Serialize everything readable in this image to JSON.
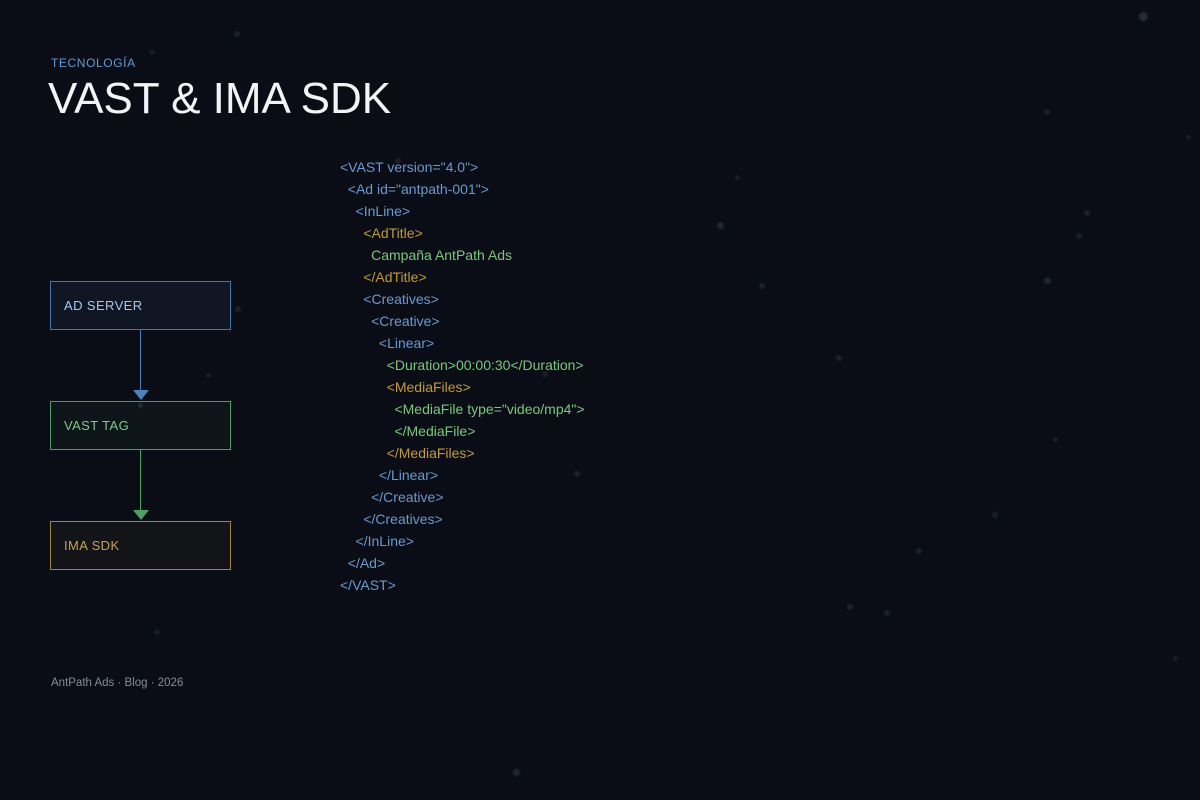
{
  "page": {
    "category": "TECNOLOGÍA",
    "title": "VAST & IMA SDK",
    "footer": "AntPath Ads · Blog · 2026"
  },
  "colors": {
    "background": "#0a0d15",
    "category": "#5f9bd6",
    "title": "#f3f4f6",
    "footer": "#878c96",
    "code_blue": "#6999cf",
    "code_amber": "#bf9a3e",
    "code_green": "#79c77e",
    "node_blue_border": "#4177ab",
    "node_blue_text": "#a9c8e8",
    "node_green_border": "#4c9c61",
    "node_green_text": "#80c88c",
    "node_amber_border": "#a08347",
    "node_amber_text": "#c5a158",
    "arrow_blue": "#4c82b8",
    "arrow_green": "#4fa065"
  },
  "diagram": {
    "nodes": [
      {
        "label": "AD SERVER",
        "theme": "blue"
      },
      {
        "label": "VAST TAG",
        "theme": "green"
      },
      {
        "label": "IMA SDK",
        "theme": "amber"
      }
    ],
    "connectors": [
      {
        "from": "AD SERVER",
        "to": "VAST TAG",
        "theme": "blue"
      },
      {
        "from": "VAST TAG",
        "to": "IMA SDK",
        "theme": "green"
      }
    ]
  },
  "code": {
    "language": "xml",
    "lines": [
      {
        "text": "<VAST version=\"4.0\">",
        "color": "blue"
      },
      {
        "text": "  <Ad id=\"antpath-001\">",
        "color": "blue"
      },
      {
        "text": "    <InLine>",
        "color": "blue"
      },
      {
        "text": "      <AdTitle>",
        "color": "amber"
      },
      {
        "text": "        Campaña AntPath Ads",
        "color": "green"
      },
      {
        "text": "      </AdTitle>",
        "color": "amber"
      },
      {
        "text": "      <Creatives>",
        "color": "blue"
      },
      {
        "text": "        <Creative>",
        "color": "blue"
      },
      {
        "text": "          <Linear>",
        "color": "blue"
      },
      {
        "text": "            <Duration>00:00:30</Duration>",
        "color": "green"
      },
      {
        "text": "            <MediaFiles>",
        "color": "amber"
      },
      {
        "text": "              <MediaFile type=\"video/mp4\">",
        "color": "green"
      },
      {
        "text": "              </MediaFile>",
        "color": "green"
      },
      {
        "text": "            </MediaFiles>",
        "color": "amber"
      },
      {
        "text": "          </Linear>",
        "color": "blue"
      },
      {
        "text": "        </Creative>",
        "color": "blue"
      },
      {
        "text": "      </Creatives>",
        "color": "blue"
      },
      {
        "text": "    </InLine>",
        "color": "blue"
      },
      {
        "text": "  </Ad>",
        "color": "blue"
      },
      {
        "text": "</VAST>",
        "color": "blue"
      }
    ]
  }
}
